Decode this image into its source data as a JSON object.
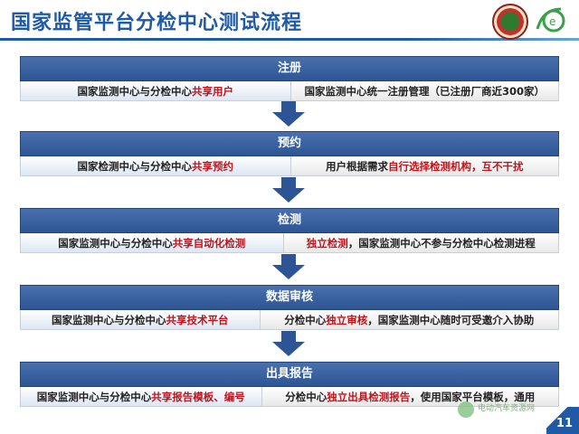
{
  "title": "国家监管平台分检中心测试流程",
  "stages": [
    {
      "label": "注册",
      "left": {
        "pre": "国家监测中心与分检中心",
        "hl": "共享用户",
        "post": ""
      },
      "right": {
        "pre": "国家监测中心统一注册管理（已注册厂商近300家）",
        "hl": "",
        "post": ""
      }
    },
    {
      "label": "预约",
      "left": {
        "pre": "国家检测中心与分检中心",
        "hl": "共享预约",
        "post": ""
      },
      "right": {
        "pre": "用户根据需求",
        "hl": "自行选择检测机构，互不干扰",
        "post": ""
      }
    },
    {
      "label": "检测",
      "left": {
        "pre": "国家监测中心与分检中心",
        "hl": "共享自动化检测",
        "post": ""
      },
      "right": {
        "pre": "",
        "hl": "独立检测",
        "post": "，国家监测中心不参与分检中心检测进程"
      }
    },
    {
      "label": "数据审核",
      "left": {
        "pre": "国家监测中心与分检中心",
        "hl": "共享技术平台",
        "post": ""
      },
      "right": {
        "pre": "分检中心",
        "hl": "独立审核",
        "post": "，国家监测中心随时可受邀介入协助"
      }
    },
    {
      "label": "出具报告",
      "left": {
        "pre": "国家监测中心与分检中心",
        "hl": "共享报告模板、编号",
        "post": ""
      },
      "right": {
        "pre": "分检中心",
        "hl": "独立出具检测报告",
        "post": "，使用国家平台模板，通用"
      }
    }
  ],
  "footer": {
    "watermark": "电动汽车资源网",
    "page": "11"
  },
  "colors": {
    "title": "#1f5aa6",
    "header": "#2d5595",
    "highlight": "#c0141c"
  }
}
